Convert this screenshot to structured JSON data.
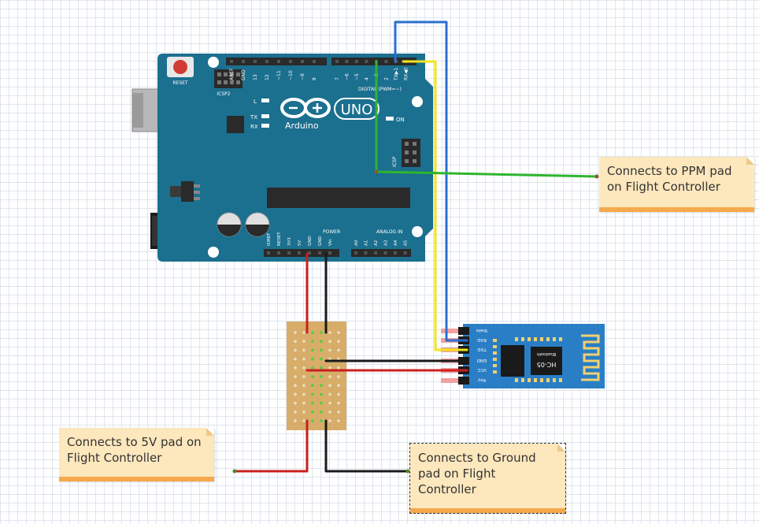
{
  "arduino": {
    "logo": "Arduino",
    "model": "UNO",
    "reset_label": "RESET",
    "icsp2_label": "ICSP2",
    "icsp_label": "ICSP",
    "led_l": "L",
    "led_tx": "TX",
    "led_rx": "RX",
    "led_on": "ON",
    "digital_label": "DIGITAL (PWM=~)",
    "power_label": "POWER",
    "analog_label": "ANALOG IN",
    "top_header_pins": [
      "AREF",
      "GND",
      "13",
      "12",
      "~11",
      "~10",
      "~9",
      "8"
    ],
    "top_header2_pins": [
      "7",
      "~6",
      "~5",
      "4",
      "~3",
      "2",
      "TX▶1",
      "RX◀0"
    ],
    "power_pins": [
      "IOREF",
      "RESET",
      "3V3",
      "5V",
      "GND",
      "GND",
      "Vin"
    ],
    "analog_pins": [
      "A0",
      "A1",
      "A2",
      "A3",
      "A4",
      "A5"
    ],
    "colors": {
      "board": "#1b6f8f",
      "header": "#2a2a2a"
    }
  },
  "bluetooth_module": {
    "chip_label": "HC-05",
    "sub_label": "Bluetooth",
    "pins": [
      "State",
      "RXD",
      "TXD",
      "GND",
      "VCC",
      "Key"
    ],
    "colors": {
      "board": "#2a7ec6"
    }
  },
  "wires": {
    "colors": {
      "red": "#c9201d",
      "black": "#1a1a1a",
      "yellow": "#f2e41c",
      "blue": "#2b6fd0",
      "green": "#2fb52f"
    }
  },
  "notes": {
    "ppm": {
      "line1": "Connects to PPM pad",
      "line2": "on Flight Controller"
    },
    "five_v": {
      "line1": "Connects to 5V pad on",
      "line2": "Flight Controller"
    },
    "ground": {
      "line1": "Connects to Ground",
      "line2": "pad on Flight",
      "line3": "Controller"
    }
  }
}
